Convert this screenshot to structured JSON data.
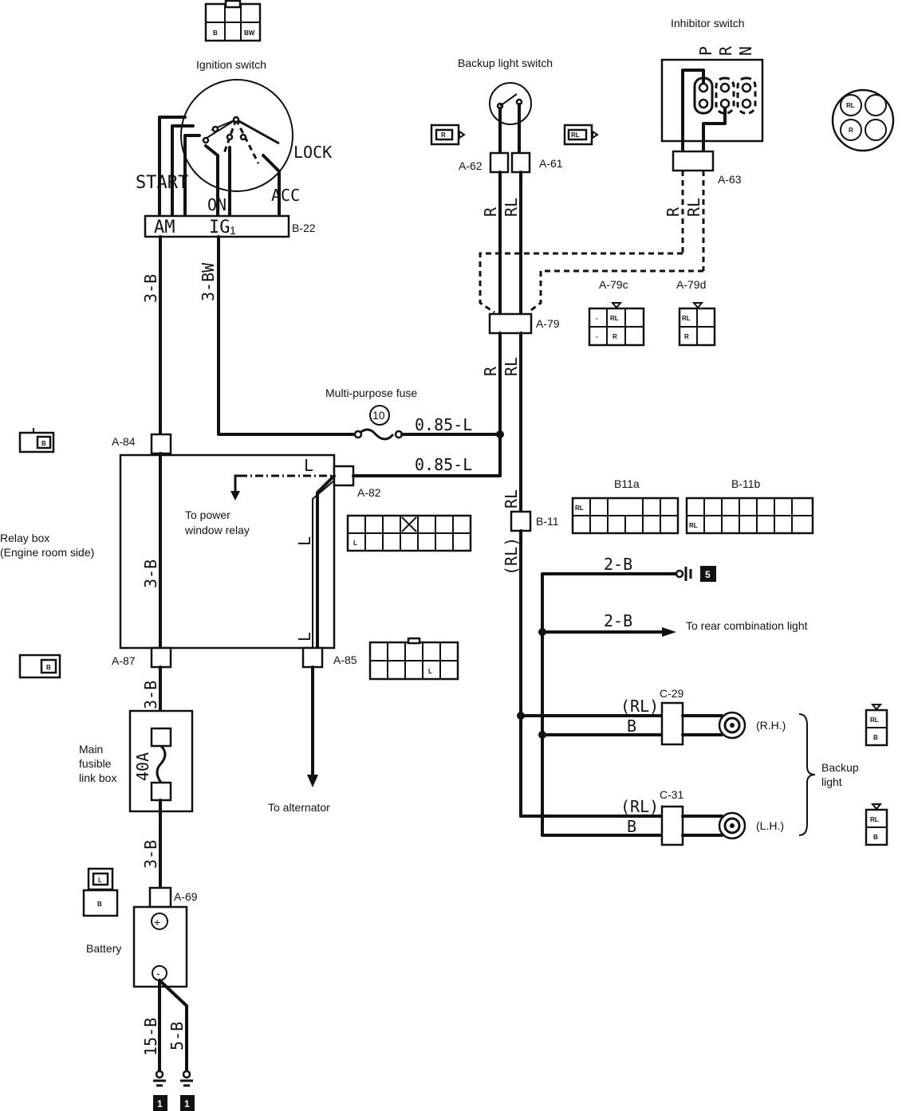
{
  "components": {
    "ignition_switch": "Ignition switch",
    "backup_light_switch": "Backup light switch",
    "inhibitor_switch": "Inhibitor switch",
    "multi_purpose_fuse": "Multi-purpose fuse",
    "relay_box_line1": "Relay box",
    "relay_box_line2": "(Engine room side)",
    "fusible_link_line1": "Main",
    "fusible_link_line2": "fusible",
    "fusible_link_line3": "link box",
    "battery": "Battery",
    "backup_light_line1": "Backup",
    "backup_light_line2": "light"
  },
  "destinations": {
    "power_window_line1": "To power",
    "power_window_line2": "window relay",
    "rear_combination": "To rear combination light",
    "alternator": "To alternator"
  },
  "switch_positions": {
    "start": "START",
    "on": "ON",
    "acc": "ACC",
    "lock": "LOCK",
    "am": "AM",
    "ig1": "IG",
    "ig1_sub": "1",
    "p": "P",
    "r": "R",
    "n": "N"
  },
  "connectors": {
    "b22": "B-22",
    "a62": "A-62",
    "a61": "A-61",
    "a63": "A-63",
    "a79": "A-79",
    "a79c": "A-79c",
    "a79d": "A-79d",
    "a84": "A-84",
    "a82": "A-82",
    "a87": "A-87",
    "a85": "A-85",
    "b11": "B-11",
    "b11a": "B11a",
    "b11b": "B-11b",
    "c29": "C-29",
    "c31": "C-31",
    "a69": "A-69"
  },
  "wires": {
    "am_feed": "3-B",
    "ig1_feed": "3-BW",
    "fuse_out": "0.85-L",
    "relay_out": "0.85-L",
    "relay_internal_l1": "L",
    "relay_internal_l2": "L",
    "relay_internal_l3": "L",
    "relay_main": "3-B",
    "below_relay": "3-B",
    "fusible_link": "40A",
    "to_battery": "3-B",
    "batt_ground1": "15-B",
    "batt_ground2": "5-B",
    "r": "R",
    "rl": "RL",
    "r2": "R",
    "rl2": "RL",
    "r3": "R",
    "rl3": "RL",
    "rl4": "RL",
    "rl_paren": "(RL)",
    "ground_2b": "2-B",
    "rear_2b": "2-B",
    "rh_rl": "(RL)",
    "rh_b": "B",
    "lh_rl": "(RL)",
    "lh_b": "B"
  },
  "lamp_sides": {
    "rh": "(R.H.)",
    "lh": "(L.H.)"
  },
  "fuse_number": "10",
  "ground_points": {
    "g5": "5",
    "g1a": "1",
    "g1b": "1"
  },
  "pin_codes": {
    "b": "B",
    "bw": "BW",
    "r": "R",
    "rl": "RL",
    "l": "L",
    "dash": "-"
  }
}
